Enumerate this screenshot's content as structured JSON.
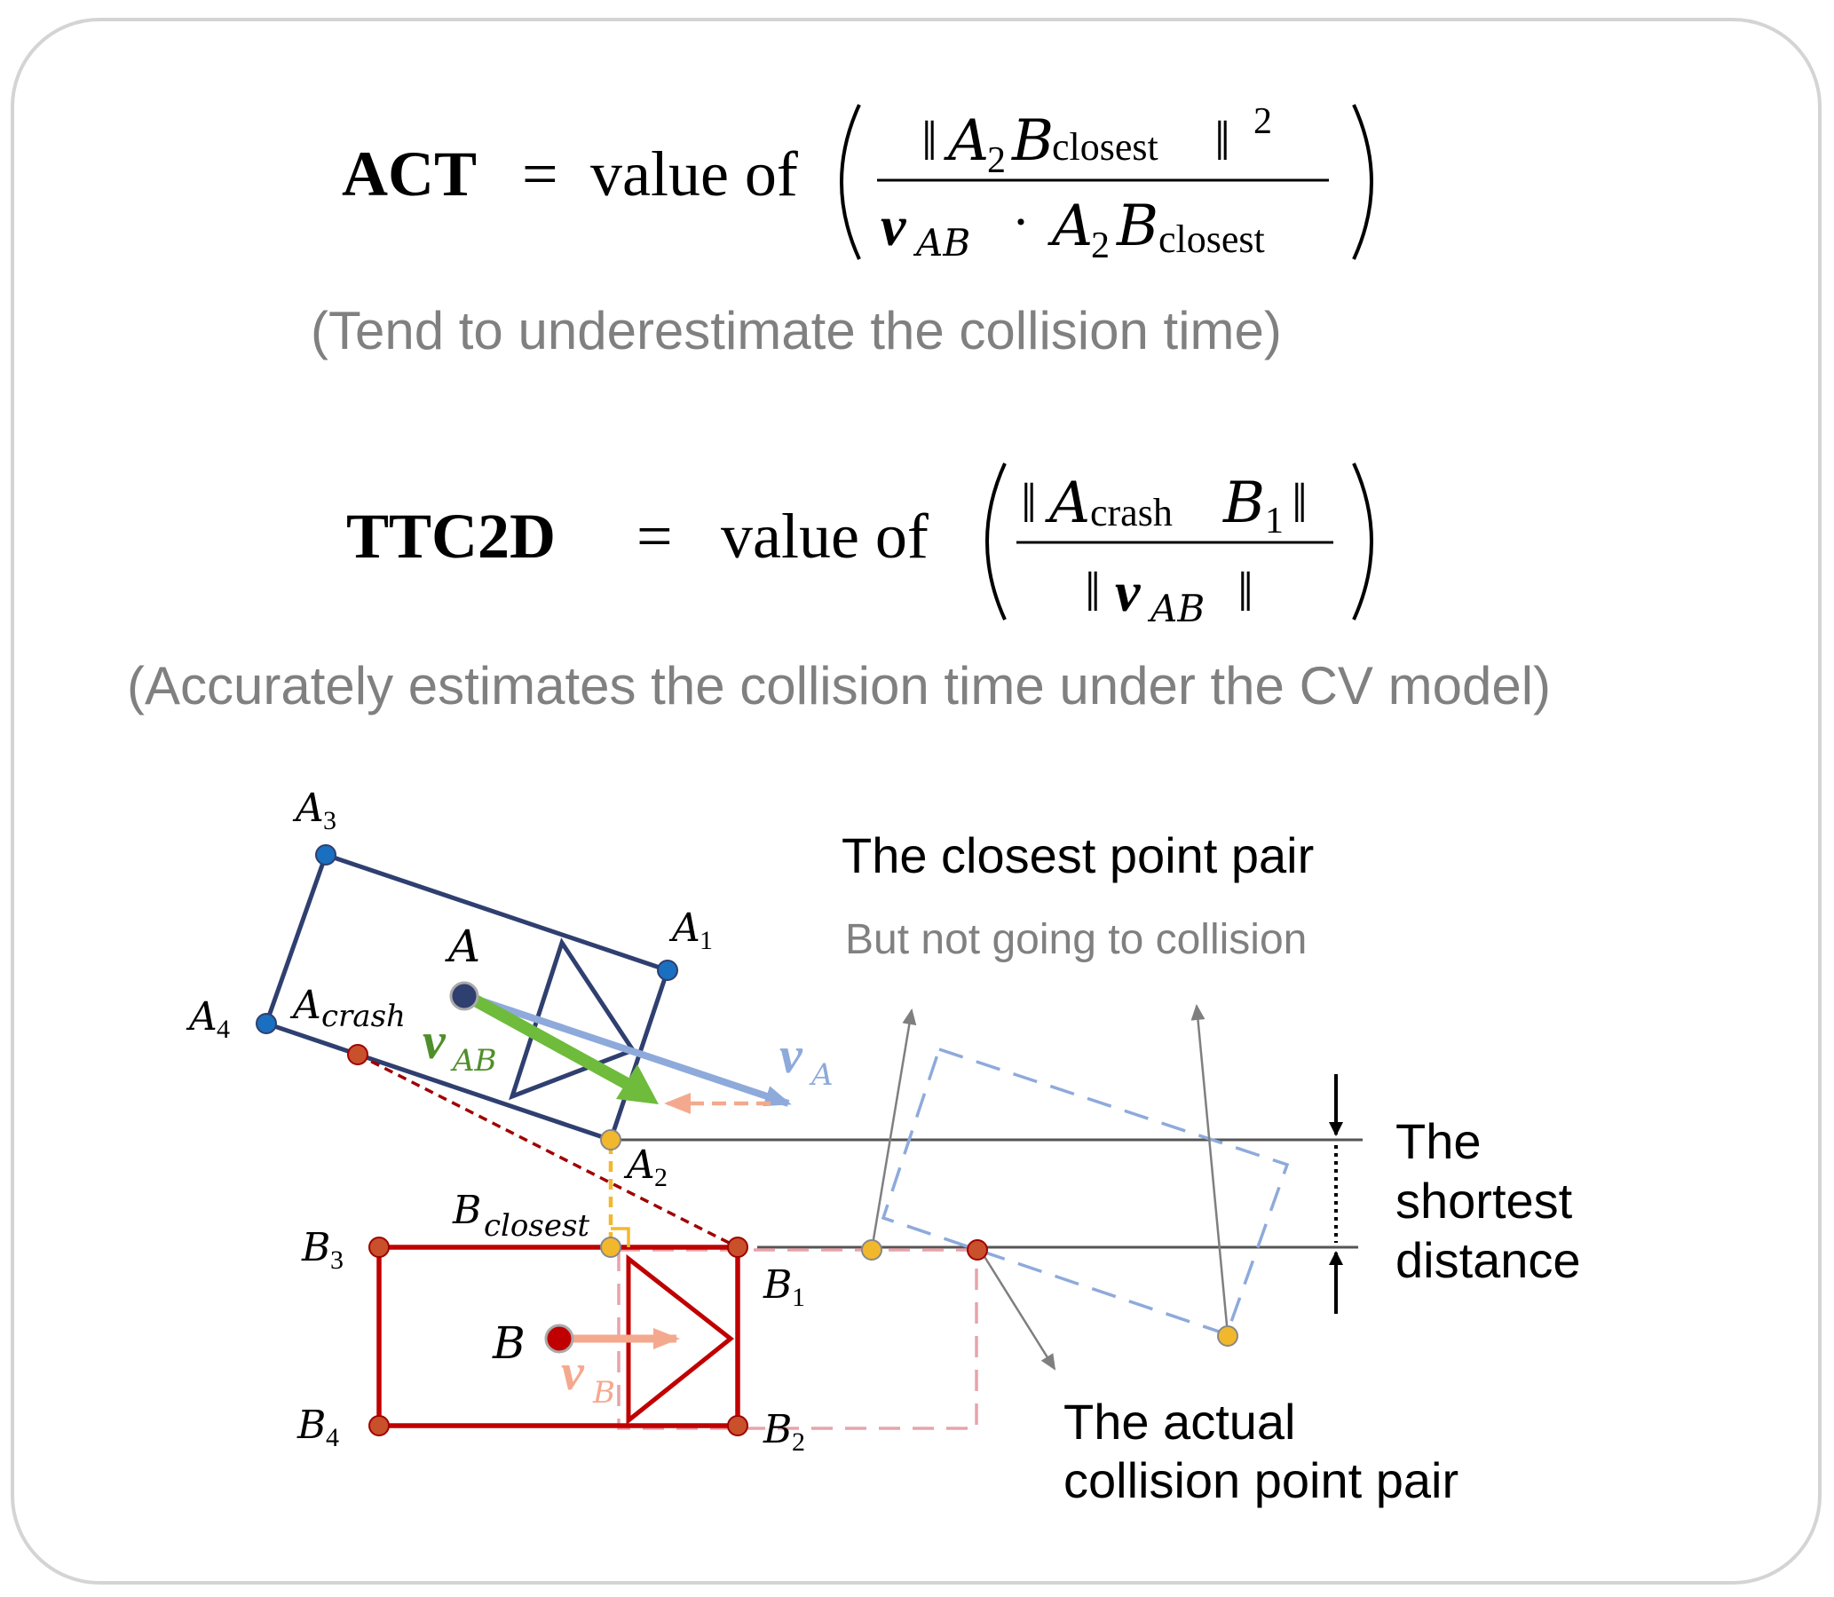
{
  "formulas": {
    "act": {
      "lhs": "ACT",
      "eq": "=",
      "value_of": "value of",
      "num_norm_open": "‖",
      "num_A": "A",
      "num_A_sub": "2",
      "num_B": "B",
      "num_B_sub": "closest",
      "num_norm_close": "‖",
      "num_sup": "2",
      "den_v": "v",
      "den_v_sub": "AB",
      "den_dot": "·",
      "den_A": "A",
      "den_A_sub": "2",
      "den_B": "B",
      "den_B_sub": "closest",
      "note": "(Tend to underestimate the collision time)"
    },
    "ttc2d": {
      "lhs": "TTC2D",
      "eq": "=",
      "value_of": "value of",
      "num_norm_open": "‖",
      "num_A": "A",
      "num_A_sub": "crash",
      "num_B": "B",
      "num_B_sub": "1",
      "num_norm_close": "‖",
      "den_norm_open": "‖",
      "den_v": "v",
      "den_v_sub": "AB",
      "den_norm_close": "‖",
      "note": "(Accurately estimates the collision time under the CV model)"
    }
  },
  "diagram": {
    "vehicle_a": {
      "center": "A",
      "corners": [
        {
          "main": "A",
          "sub": "1"
        },
        {
          "main": "A",
          "sub": "2"
        },
        {
          "main": "A",
          "sub": "3"
        },
        {
          "main": "A",
          "sub": "4"
        }
      ],
      "crash": {
        "main": "A",
        "sub": "crash"
      }
    },
    "vehicle_b": {
      "center": "B",
      "corners": [
        {
          "main": "B",
          "sub": "1"
        },
        {
          "main": "B",
          "sub": "2"
        },
        {
          "main": "B",
          "sub": "3"
        },
        {
          "main": "B",
          "sub": "4"
        }
      ],
      "closest": {
        "main": "B",
        "sub": "closest"
      }
    },
    "vectors": {
      "v_ab": {
        "main": "v",
        "sub": "AB"
      },
      "v_a": {
        "main": "v",
        "sub": "A"
      },
      "v_b": {
        "main": "v",
        "sub": "B"
      }
    },
    "annotations": {
      "closest_pair": "The closest point pair",
      "closest_pair_note": "But not going to collision",
      "shortest_distance": [
        "The",
        "shortest",
        "distance"
      ],
      "actual_pair": [
        "The actual",
        "collision point pair"
      ]
    },
    "colors": {
      "vehicle_a": "#2f3f6f",
      "vehicle_b": "#c00000",
      "corner_a": "#1a6fc0",
      "corner_b": "#c8502a",
      "closest_points": "#f2b82d",
      "v_ab": "#6fbb3c",
      "v_a": "#8eaadb",
      "v_b": "#f4a98e",
      "ghost_a": "#8eaadb",
      "ghost_b": "#e8a3aa",
      "reference_lines": "#555555"
    }
  }
}
